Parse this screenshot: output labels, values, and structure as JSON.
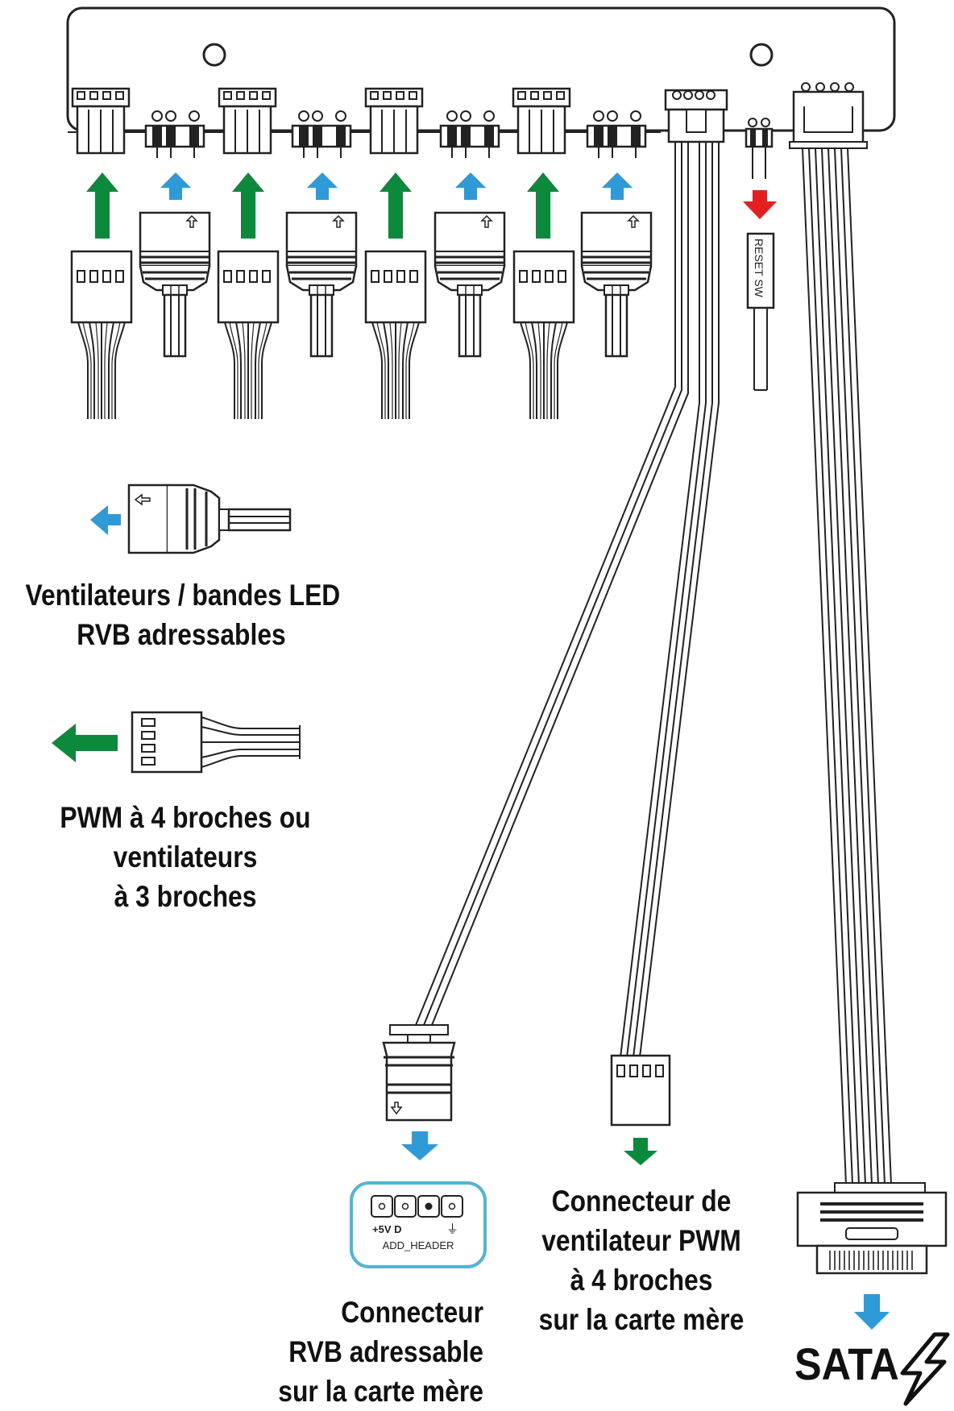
{
  "hub": {
    "reset_label": "RESET SW",
    "header_top_pins": "+5V D",
    "header_ground_symbol": "⏚",
    "header_name": "ADD_HEADER"
  },
  "labels": {
    "argb_devices": [
      "Ventilateurs / bandes LED",
      "RVB adressables"
    ],
    "fan_devices": [
      "PWM à 4 broches ou",
      "ventilateurs",
      "à 3 broches"
    ],
    "argb_header": [
      "Connecteur",
      "RVB adressable",
      "sur la carte mère"
    ],
    "pwm_header": [
      "Connecteur de",
      "ventilateur PWM",
      "à 4 broches",
      "sur la carte mère"
    ],
    "sata": "SATA"
  },
  "icons": {
    "up_arrow": "up-arrow-icon",
    "down_arrow": "down-arrow-icon",
    "left_arrow": "left-arrow-icon",
    "lightning": "lightning-bolt-icon"
  },
  "colors": {
    "fan_green": "#0a8a3a",
    "argb_blue": "#2e9ad8",
    "reset_red": "#e41f1f",
    "header_border": "#4fb6d6",
    "line": "#222222"
  }
}
